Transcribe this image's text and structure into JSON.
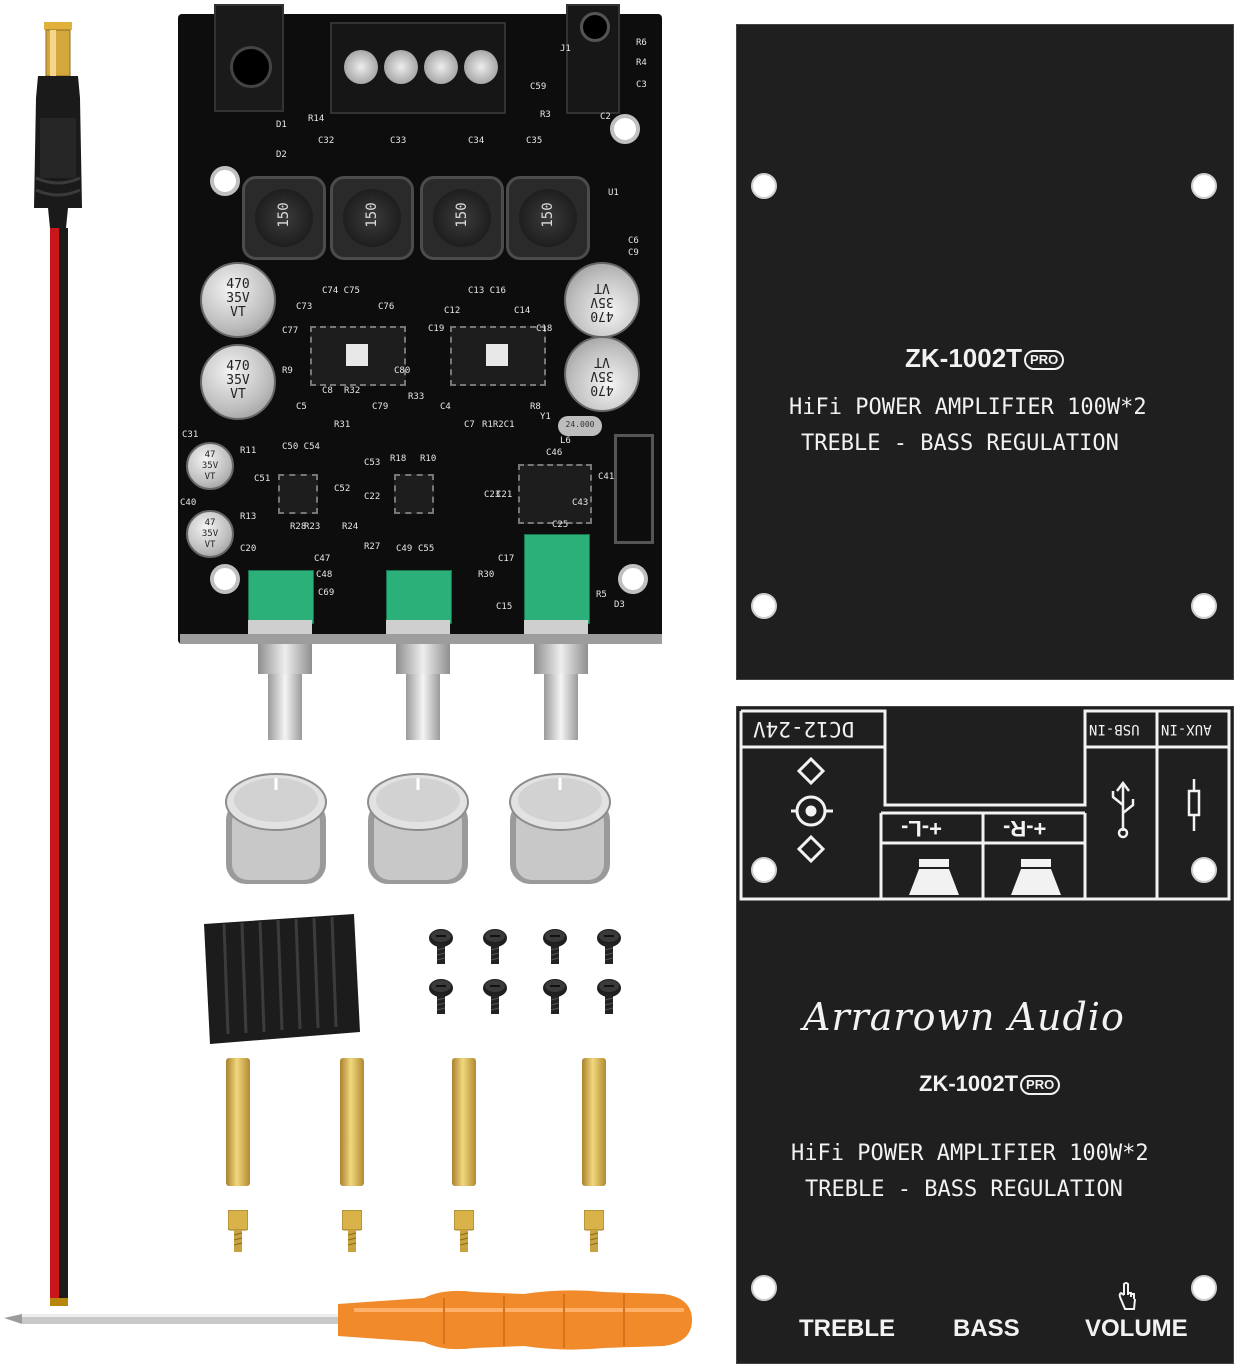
{
  "top_panel": {
    "model": "ZK-1002T",
    "pro_badge": "PRO",
    "line1": "HiFi POWER AMPLIFIER 100W*2",
    "line2": "TREBLE - BASS  REGULATION"
  },
  "bottom_panel": {
    "power_label": "DC12-24V",
    "usb_label": "USB-IN",
    "aux_label": "AUX-IN",
    "left_channel": "+-L-",
    "right_channel": "+-R-",
    "brand": "Arrarown Audio",
    "model": "ZK-1002T",
    "pro_badge": "PRO",
    "line1": "HiFi POWER AMPLIFIER 100W*2",
    "line2": "TREBLE - BASS  REGULATION",
    "knob_labels": [
      "TREBLE",
      "BASS",
      "VOLUME"
    ]
  },
  "pcb": {
    "inductor_value": "150",
    "capacitor_lines": [
      "470",
      "35V",
      "VT"
    ],
    "small_cap_lines": [
      "47",
      "35V",
      "VT"
    ],
    "crystal_label": "24.000",
    "silk_labels": [
      "D1",
      "D2",
      "R14",
      "C32",
      "C33",
      "C34",
      "C35",
      "C2",
      "R3",
      "C59",
      "C6",
      "C9",
      "U1",
      "C74 C75",
      "C73",
      "C76",
      "C77",
      "C13 C16",
      "C12",
      "C14",
      "C19",
      "C18",
      "R9",
      "C8",
      "R32",
      "C80",
      "R33",
      "C5",
      "C79",
      "R31",
      "C4",
      "C7",
      "R1R2C1",
      "R8",
      "Y1",
      "C31",
      "R11",
      "C50 C54",
      "C51",
      "C52",
      "C53",
      "R18",
      "R10",
      "C22",
      "C23",
      "C21",
      "C46",
      "L6",
      "C41",
      "C43",
      "C40",
      "R13",
      "R28",
      "R23",
      "R24",
      "C25",
      "C20",
      "C47",
      "R27",
      "C49",
      "C55",
      "C17",
      "C48",
      "C69",
      "R30",
      "C15",
      "R5",
      "D3",
      "J1",
      "R6",
      "R4",
      "C3"
    ]
  }
}
